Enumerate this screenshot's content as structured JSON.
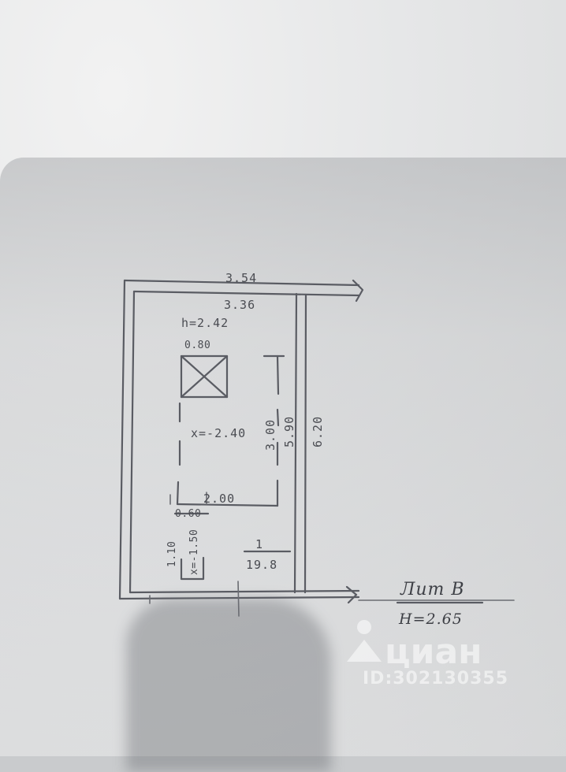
{
  "plan": {
    "outer_width_label": "3.54",
    "inner_width_label": "3.36",
    "room_height_label": "h=2.42",
    "hatch_width_label": "0.80",
    "pit_depth_label": "x=-2.40",
    "pit_length_label": "3.00",
    "inner_length_label": "5.90",
    "outer_length_label": "6.20",
    "pit_width_label": "2.00",
    "small_pit_width_label": "0.60",
    "small_pit_length_label": "1.10",
    "small_pit_depth_label": "x=-1.50",
    "room_number": "1",
    "room_area": "19.8",
    "building_letter": "Лит В",
    "building_height": "H=2.65"
  },
  "watermark": {
    "brand": "циан",
    "listing_id": "ID:302130355"
  },
  "colors": {
    "ink": "#5a5c63",
    "paper": "#e6e7e8"
  }
}
